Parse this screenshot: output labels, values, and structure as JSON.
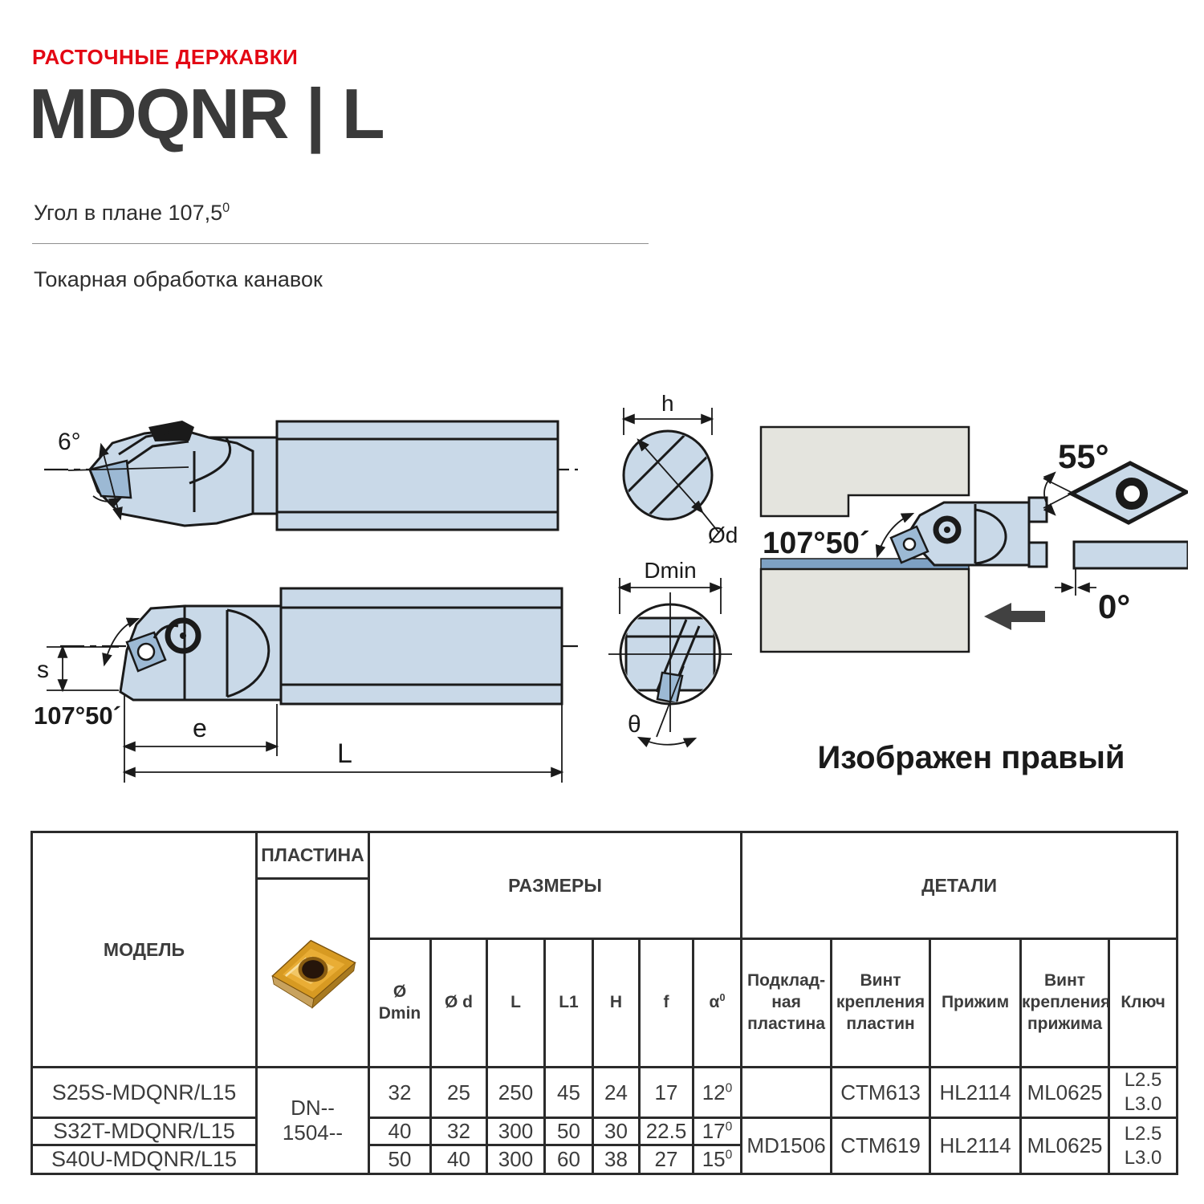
{
  "header": {
    "category": "РАСТОЧНЫЕ ДЕРЖАВКИ",
    "title": "MDQNR | L",
    "angle_label": "Угол в плане 107,5",
    "angle_sup": "0",
    "operation": "Токарная обработка канавок"
  },
  "colors": {
    "accent_red": "#e30613",
    "tool_fill": "#c9d9e8",
    "insert_fill": "#9cb9d4",
    "workpiece_fill": "#e4e4de",
    "machined_surface": "#7ea1c4",
    "outline": "#1a1a1a"
  },
  "diagram": {
    "caption": "Изображен правый",
    "labels": {
      "rake_angle": "6°",
      "s": "s",
      "lead_angle_left": "107°50´",
      "e": "e",
      "L": "L",
      "h": "h",
      "shank_dia": "Ød",
      "dmin": "Dmin",
      "theta": "θ",
      "lead_angle_right": "107°50´",
      "insert_angle": "55°",
      "zero_angle": "0°"
    }
  },
  "table": {
    "group_headers": {
      "model": "МОДЕЛЬ",
      "plate": "ПЛАСТИНА",
      "dimensions": "РАЗМЕРЫ",
      "details": "ДЕТАЛИ"
    },
    "sub_headers": {
      "d_min": "Ø\nDmin",
      "d": "Ø d",
      "l": "L",
      "l1": "L1",
      "h": "H",
      "f": "f",
      "alpha_base": "α",
      "alpha_sup": "0",
      "shim": "Подклад-\nная\nпластина",
      "insert_screw": "Винт\nкрепления\nпластин",
      "clamp": "Прижим",
      "clamp_screw": "Винт\nкрепления\nприжима",
      "wrench": "Ключ"
    },
    "plate_value": "DN--\n1504--",
    "rows": [
      {
        "model": "S25S-MDQNR/L15",
        "d_min": "32",
        "d": "25",
        "l": "250",
        "l1": "45",
        "h": "24",
        "f": "17",
        "alpha": "12",
        "alpha_sup": "0",
        "shim": "",
        "insert_screw": "CTM613",
        "clamp": "HL2114",
        "clamp_screw": "ML0625",
        "wrench": "L2.5\nL3.0"
      },
      {
        "model": "S32T-MDQNR/L15",
        "d_min": "40",
        "d": "32",
        "l": "300",
        "l1": "50",
        "h": "30",
        "f": "22.5",
        "alpha": "17",
        "alpha_sup": "0"
      },
      {
        "model": "S40U-MDQNR/L15",
        "d_min": "50",
        "d": "40",
        "l": "300",
        "l1": "60",
        "h": "38",
        "f": "27",
        "alpha": "15",
        "alpha_sup": "0"
      }
    ],
    "merged": {
      "shim": "MD1506",
      "insert_screw": "CTM619",
      "clamp": "HL2114",
      "clamp_screw": "ML0625",
      "wrench": "L2.5\nL3.0"
    }
  }
}
